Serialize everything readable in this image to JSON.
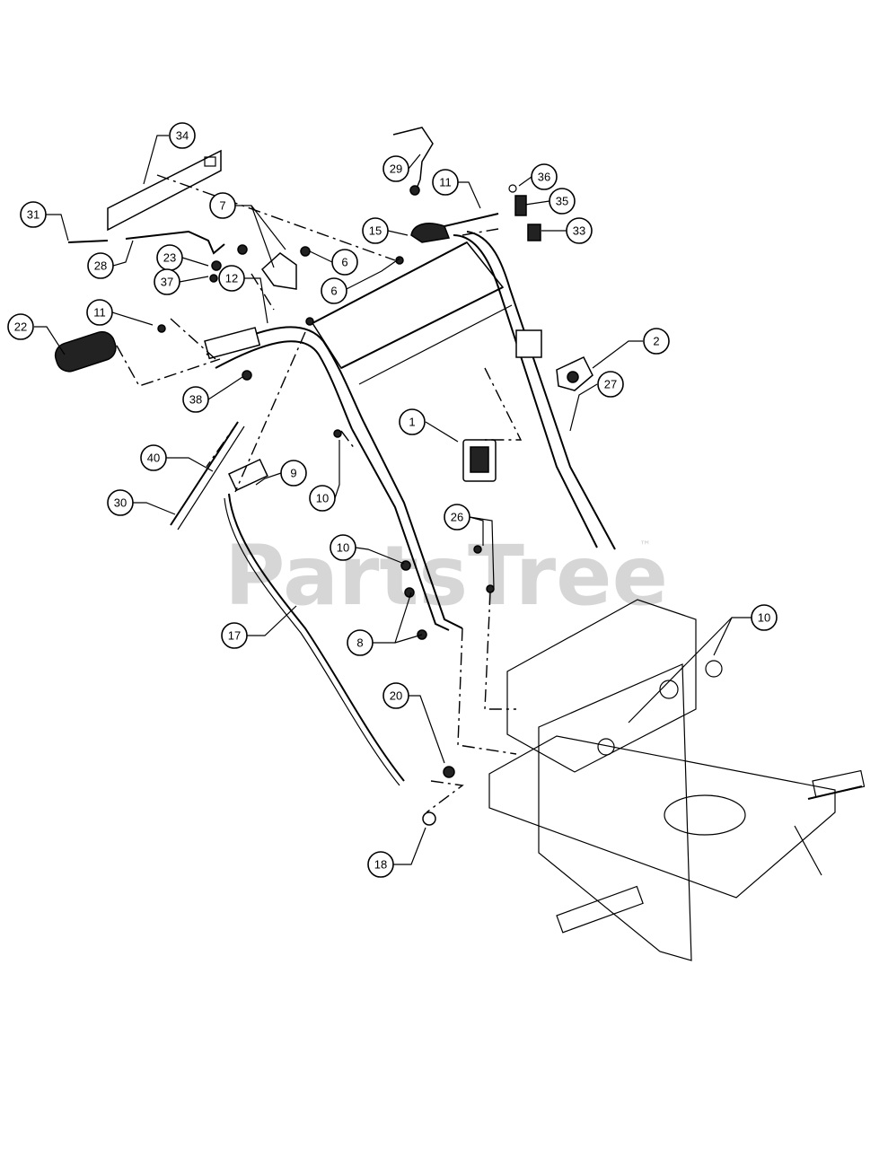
{
  "watermark": {
    "text": "PartsTree",
    "trademark": "™"
  },
  "callouts": [
    {
      "id": "c-34",
      "label": "34"
    },
    {
      "id": "c-29",
      "label": "29"
    },
    {
      "id": "c-11a",
      "label": "11"
    },
    {
      "id": "c-36",
      "label": "36"
    },
    {
      "id": "c-35",
      "label": "35"
    },
    {
      "id": "c-33",
      "label": "33"
    },
    {
      "id": "c-31",
      "label": "31"
    },
    {
      "id": "c-7",
      "label": "7"
    },
    {
      "id": "c-15",
      "label": "15"
    },
    {
      "id": "c-28",
      "label": "28"
    },
    {
      "id": "c-23",
      "label": "23"
    },
    {
      "id": "c-6a",
      "label": "6"
    },
    {
      "id": "c-6b",
      "label": "6"
    },
    {
      "id": "c-37",
      "label": "37"
    },
    {
      "id": "c-12",
      "label": "12"
    },
    {
      "id": "c-11b",
      "label": "11"
    },
    {
      "id": "c-22",
      "label": "22"
    },
    {
      "id": "c-2",
      "label": "2"
    },
    {
      "id": "c-38",
      "label": "38"
    },
    {
      "id": "c-27",
      "label": "27"
    },
    {
      "id": "c-1",
      "label": "1"
    },
    {
      "id": "c-40",
      "label": "40"
    },
    {
      "id": "c-9",
      "label": "9"
    },
    {
      "id": "c-30",
      "label": "30"
    },
    {
      "id": "c-10a",
      "label": "10"
    },
    {
      "id": "c-26",
      "label": "26"
    },
    {
      "id": "c-10b",
      "label": "10"
    },
    {
      "id": "c-10c",
      "label": "10"
    },
    {
      "id": "c-17",
      "label": "17"
    },
    {
      "id": "c-8",
      "label": "8"
    },
    {
      "id": "c-20",
      "label": "20"
    },
    {
      "id": "c-18",
      "label": "18"
    }
  ]
}
